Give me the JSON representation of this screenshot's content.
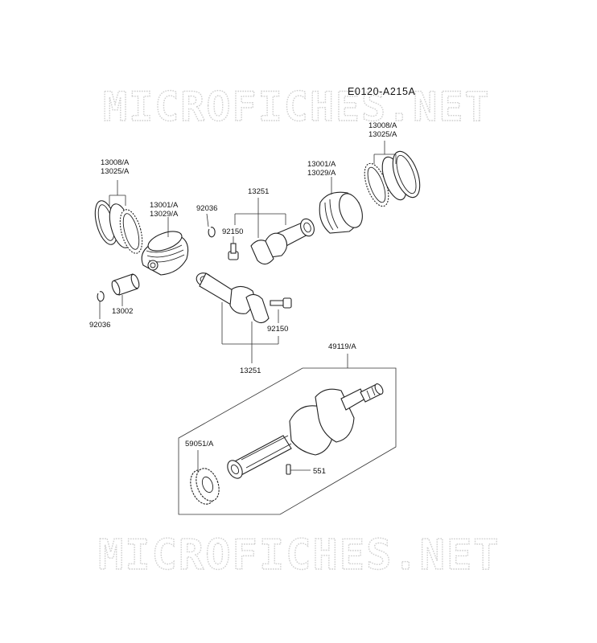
{
  "diagram_code": "E0120-A215A",
  "watermark": "MICROFICHES.NET",
  "labels": {
    "rings_left_1": "13008/A",
    "rings_left_2": "13025/A",
    "rings_right_1": "13008/A",
    "rings_right_2": "13025/A",
    "piston_left_1": "13001/A",
    "piston_left_2": "13029/A",
    "piston_right_1": "13001/A",
    "piston_right_2": "13029/A",
    "circlip_top": "92036",
    "circlip_bottom": "92036",
    "piston_pin": "13002",
    "rod_upper": "13251",
    "rod_lower": "13251",
    "bolt_upper": "92150",
    "bolt_lower": "92150",
    "crankshaft": "49119/A",
    "gear": "59051/A",
    "key": "551"
  }
}
